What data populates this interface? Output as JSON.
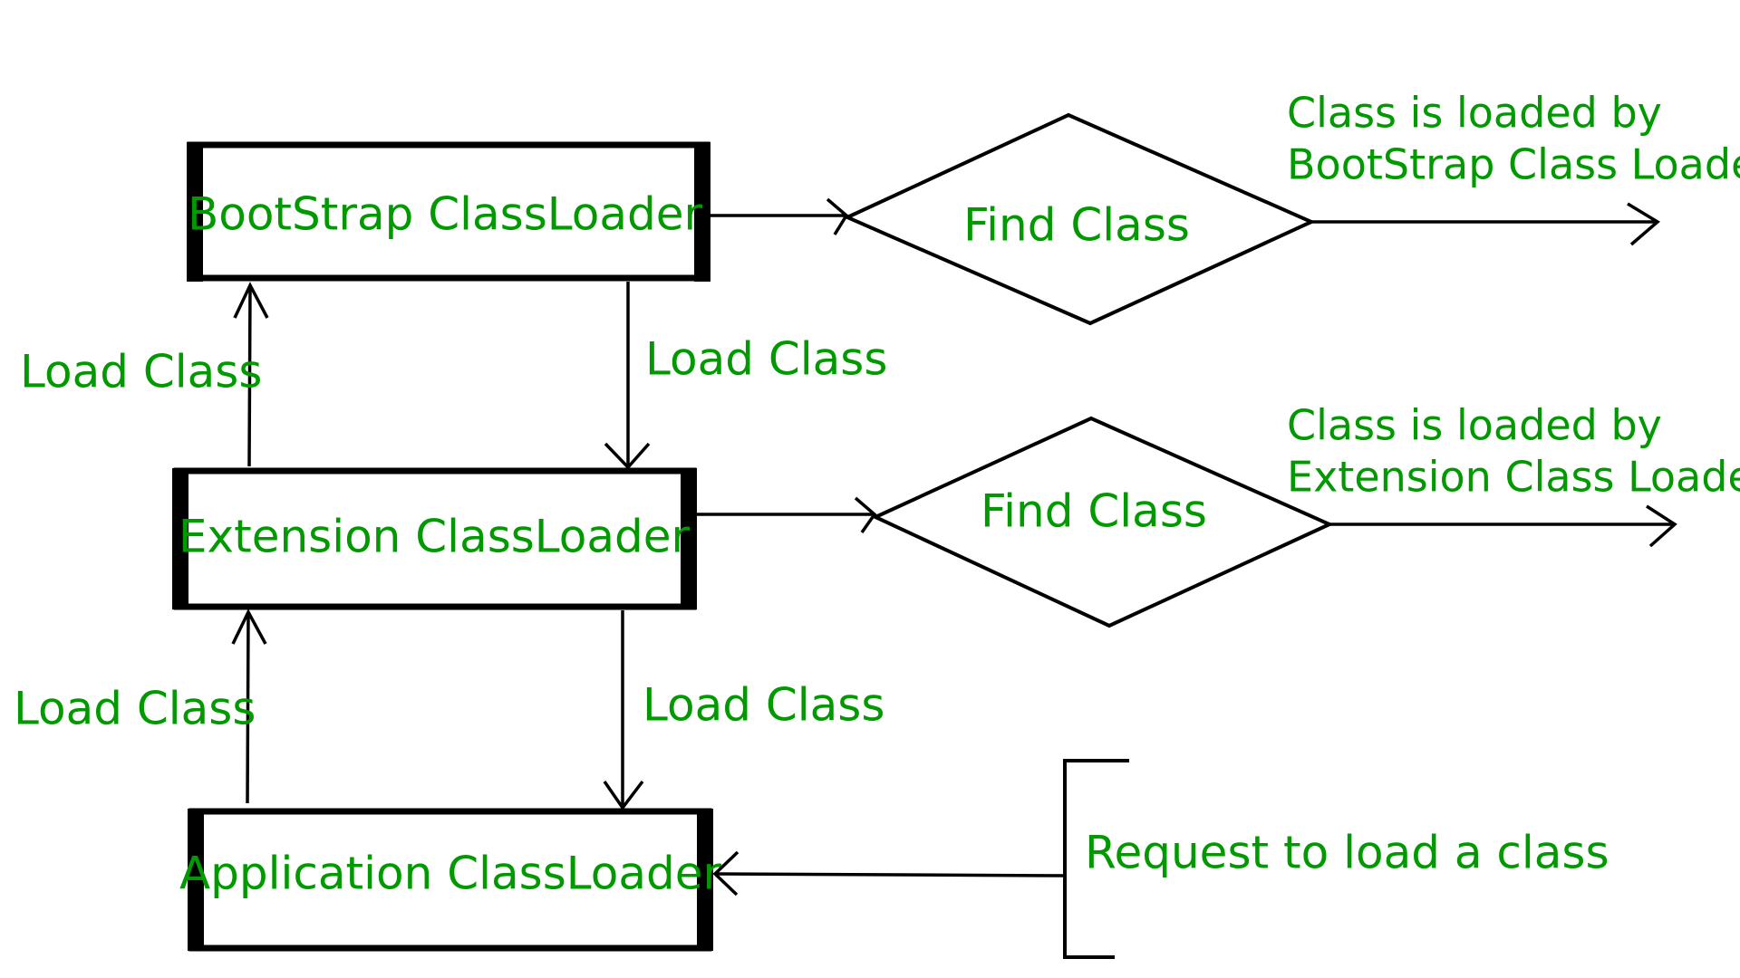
{
  "nodes": {
    "bootstrap": {
      "label": "BootStrap ClassLoader"
    },
    "extension": {
      "label": "Extension ClassLoader"
    },
    "application": {
      "label": "Application ClassLoader"
    },
    "find_class_1": {
      "label": "Find Class"
    },
    "find_class_2": {
      "label": "Find Class"
    }
  },
  "edges": {
    "app_to_ext": {
      "label": "Load Class"
    },
    "ext_to_boot": {
      "label": "Load Class"
    },
    "boot_to_ext": {
      "label": "Load Class"
    },
    "ext_to_app": {
      "label": "Load Class"
    }
  },
  "notes": {
    "bootstrap_result": {
      "line1": "Class is loaded by",
      "line2": "BootStrap Class Loader"
    },
    "extension_result": {
      "line1": "Class is loaded by",
      "line2": "Extension Class Loader"
    },
    "request": {
      "label": "Request to load a class"
    }
  }
}
